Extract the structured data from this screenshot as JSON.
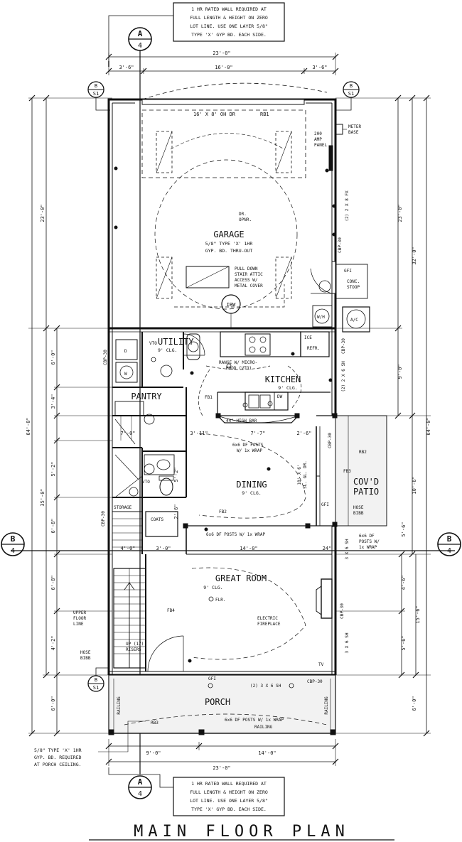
{
  "title": "MAIN FLOOR PLAN",
  "notes": {
    "zero_lot_top": [
      "1 HR RATED WALL REQUIRED AT",
      "FULL LENGTH & HEIGHT ON ZERO",
      "LOT LINE. USE ONE LAYER 5/8\"",
      "TYPE 'X' GYP BD. EACH SIDE."
    ],
    "zero_lot_bottom": [
      "1 HR RATED WALL REQUIRED AT",
      "FULL LENGTH & HEIGHT ON ZERO",
      "LOT LINE. USE ONE LAYER 5/8\"",
      "TYPE 'X' GYP BD. EACH SIDE."
    ],
    "porch_ceiling": [
      "5/8\" TYPE 'X' 1HR",
      "GYP. BD. REQUIRED",
      "AT PORCH CEILING."
    ]
  },
  "section_tags": {
    "a_top": {
      "letter": "A",
      "num": "4"
    },
    "a_bottom": {
      "letter": "A",
      "num": "4"
    },
    "b_left": {
      "letter": "B",
      "num": "4"
    },
    "b_right": {
      "letter": "B",
      "num": "4"
    },
    "b_s1_tl": {
      "letter": "B",
      "num": "S1"
    },
    "b_s1_tr": {
      "letter": "B",
      "num": "S1"
    },
    "b_s1_bl": {
      "letter": "B",
      "num": "S1"
    }
  },
  "dims": {
    "top_overall": "23'-0\"",
    "top_left": "3'-6\"",
    "top_mid": "16'-0\"",
    "top_right": "3'-6\"",
    "bottom_left": "9'-0\"",
    "bottom_right": "14'-0\"",
    "bottom_overall": "23'-0\"",
    "left_outer": "64'-0\"",
    "left_garage": "23'-0\"",
    "left_35": "35'-0\"",
    "left_6a": "6'-0\"",
    "left_34": "3'-4\"",
    "left_52": "5'-2\"",
    "left_68a": "6'-8\"",
    "left_68b": "6'-8\"",
    "left_42": "4'-2\"",
    "left_6b": "6'-0\"",
    "right_outer": "64'-0\"",
    "right_32": "32'-0\"",
    "right_23": "23'-0\"",
    "right_9": "9'-0\"",
    "right_106": "10'-6\"",
    "right_56a": "5'-6\"",
    "right_46": "4'-6\"",
    "right_156": "15'-6\"",
    "right_56b": "5'-6\"",
    "right_6": "6'-0\"",
    "pantry_70": "7'-0\"",
    "pantry_311": "3'-11\"",
    "bar_77": "7'-7\"",
    "bar_26": "2'-6\"",
    "hall_40": "4'-0\"",
    "hall_30": "3'-0\"",
    "great_140": "14'-0\"",
    "great_24": "24\"",
    "bath_52": "5'-2\"",
    "bath_26": "2'-6\""
  },
  "rooms": {
    "garage": {
      "name": "GARAGE",
      "sub": [
        "5/8\" TYPE 'X' 1HR",
        "GYP. BD. THRU-OUT"
      ]
    },
    "utility": {
      "name": "UTILITY",
      "sub": [
        "9' CLG."
      ]
    },
    "kitchen": {
      "name": "KITCHEN",
      "sub": [
        "9' CLG."
      ]
    },
    "pantry": {
      "name": "PANTRY"
    },
    "dining": {
      "name": "DINING",
      "sub": [
        "9' CLG."
      ]
    },
    "patio": {
      "name": [
        "COV'D",
        "PATIO"
      ]
    },
    "great": {
      "name": "GREAT ROOM",
      "sub": [
        "9' CLG."
      ]
    },
    "porch": {
      "name": "PORCH"
    },
    "storage": {
      "name": "STORAGE"
    },
    "coats": {
      "name": "COATS"
    }
  },
  "labels": {
    "oh_door": "16' X 8' OH DR",
    "rb1": "RB1",
    "rb2": "RB2",
    "rb3": "RB3",
    "fb1": "FB1",
    "fb2": "FB2",
    "fb3": "FB3",
    "fb4": "FB4",
    "dr_opnr": [
      "DR.",
      "OPNR."
    ],
    "panel": [
      "200",
      "AMP",
      "PANEL"
    ],
    "meter": [
      "METER",
      "BASE"
    ],
    "header_fx": "(2) 2 X 8 FX",
    "stair_attic": [
      "PULL DOWN",
      "STAIR ATTIC",
      "ACCESS W/",
      "METAL COVER"
    ],
    "conc_stoop": [
      "CONC.",
      "STOOP"
    ],
    "wh": "W/H",
    "ac": "A/C",
    "ibw": "IBW",
    "ice": "ICE",
    "refr": "REFR.",
    "vto": "VTO",
    "d": "D",
    "w": "W",
    "range": [
      "RANGE W/ MICRO-",
      "HOOD (VTO)"
    ],
    "dw": "DW",
    "high_bar": "44\" HIGH BAR",
    "posts_kitchen": [
      "6x6 DF POSTS",
      "W/ 1x WRAP"
    ],
    "posts_dining": "6x6 DF POSTS W/ 1x WRAP",
    "posts_patio": [
      "6x6 DF",
      "POSTS W/",
      "1x WRAP"
    ],
    "posts_porch": [
      "6x6 DF POSTS W/ 1x WRAP",
      "RAILING"
    ],
    "slider": [
      "10' X 6'",
      "SL. GL. DR."
    ],
    "hose_bibb_r": [
      "HOSE",
      "BIBB"
    ],
    "hose_bibb_l": [
      "HOSE",
      "BIBB"
    ],
    "gfi": "GFI",
    "cbp": "CBP-30",
    "hdr_26": "(2) 2 X 6 SH",
    "hdr_36a": "3 X 6 SH",
    "hdr_36b": "3 X 6 SH",
    "hdr_porch": "(2) 3 X 6 SH",
    "flr": "FLR.",
    "electric_fp": [
      "ELECTRIC",
      "FIREPLACE"
    ],
    "upper_floor": [
      "UPPER",
      "FLOOR",
      "LINE"
    ],
    "risers": [
      "UP (17)",
      "RISERS"
    ],
    "railing": "RAILING",
    "tv": "TV"
  }
}
